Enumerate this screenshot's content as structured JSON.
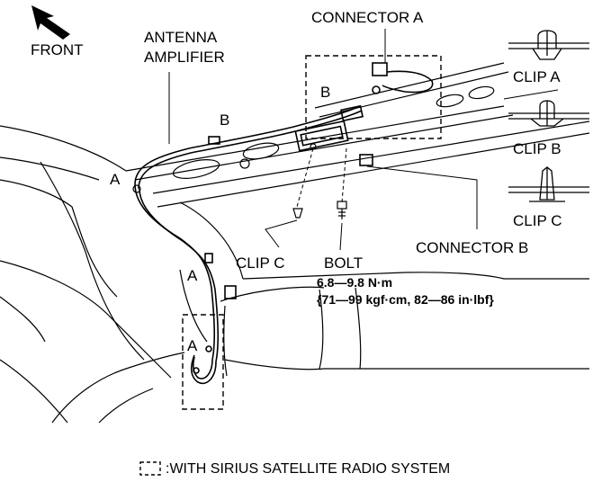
{
  "labels": {
    "front": "FRONT",
    "antenna_line1": "ANTENNA",
    "antenna_line2": "AMPLIFIER",
    "connector_a": "CONNECTOR A",
    "connector_b": "CONNECTOR B",
    "clip_a": "CLIP A",
    "clip_b": "CLIP B",
    "clip_c": "CLIP C",
    "clip_c_callout": "CLIP C",
    "bolt": "BOLT",
    "torque_line1": "6.8—9.8 N·m",
    "torque_line2": "{71—99 kgf·cm, 82—86 in·lbf}",
    "marker_a": "A",
    "marker_b": "B",
    "legend_text": ":WITH SIRIUS SATELLITE RADIO SYSTEM"
  },
  "colors": {
    "line": "#000000",
    "background": "#ffffff"
  }
}
